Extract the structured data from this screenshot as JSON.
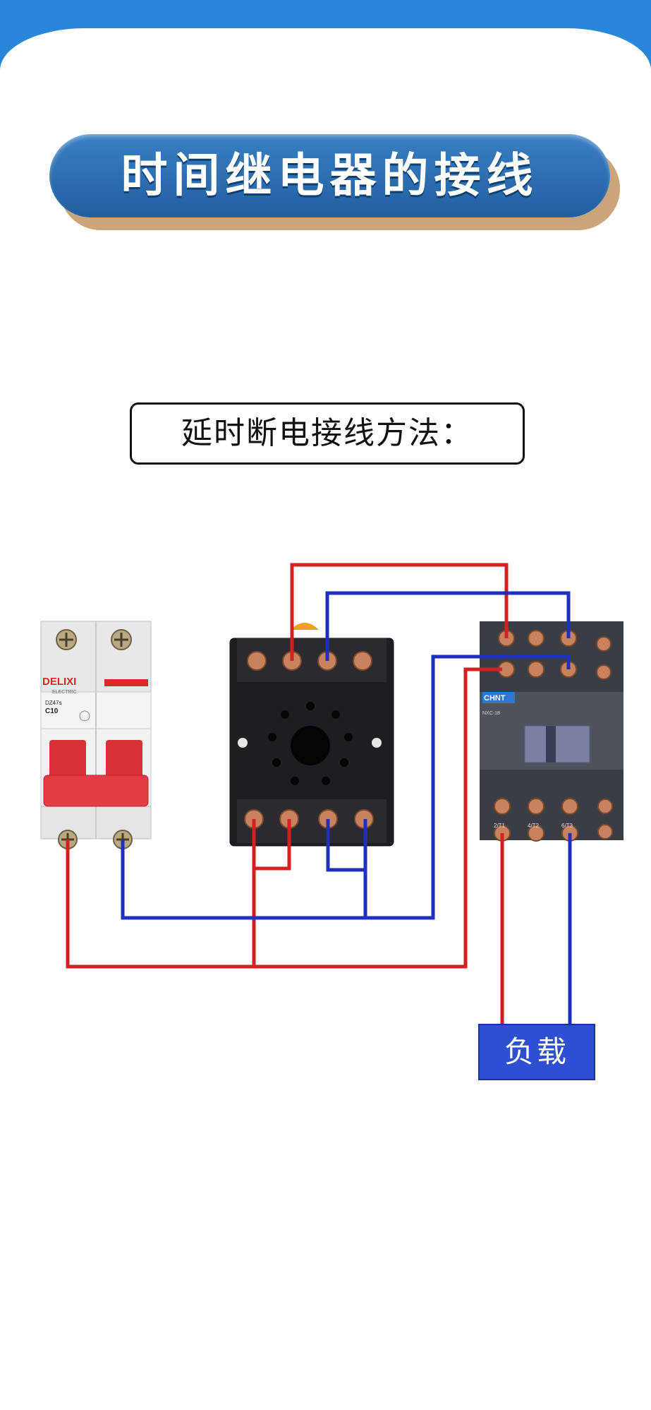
{
  "title": "时间继电器的接线",
  "method_label": "延时断电接线方法：",
  "load_label": "负载",
  "breaker": {
    "brand": "DELIXI",
    "subbrand": "ELECTRIC",
    "model": "DZ47s",
    "rating": "C10"
  },
  "contactor": {
    "brand": "CHNT",
    "model": "NXC-18",
    "terminals_bottom": [
      "2/T1",
      "4/T2",
      "6/T3"
    ]
  },
  "colors": {
    "header_band": "#2a86d8",
    "title_fill": "#2f72b8",
    "title_shadow": "#caa57a",
    "wire_red": "#d42020",
    "wire_blue": "#1f2fc0",
    "load_fill": "#2e4fd2"
  }
}
